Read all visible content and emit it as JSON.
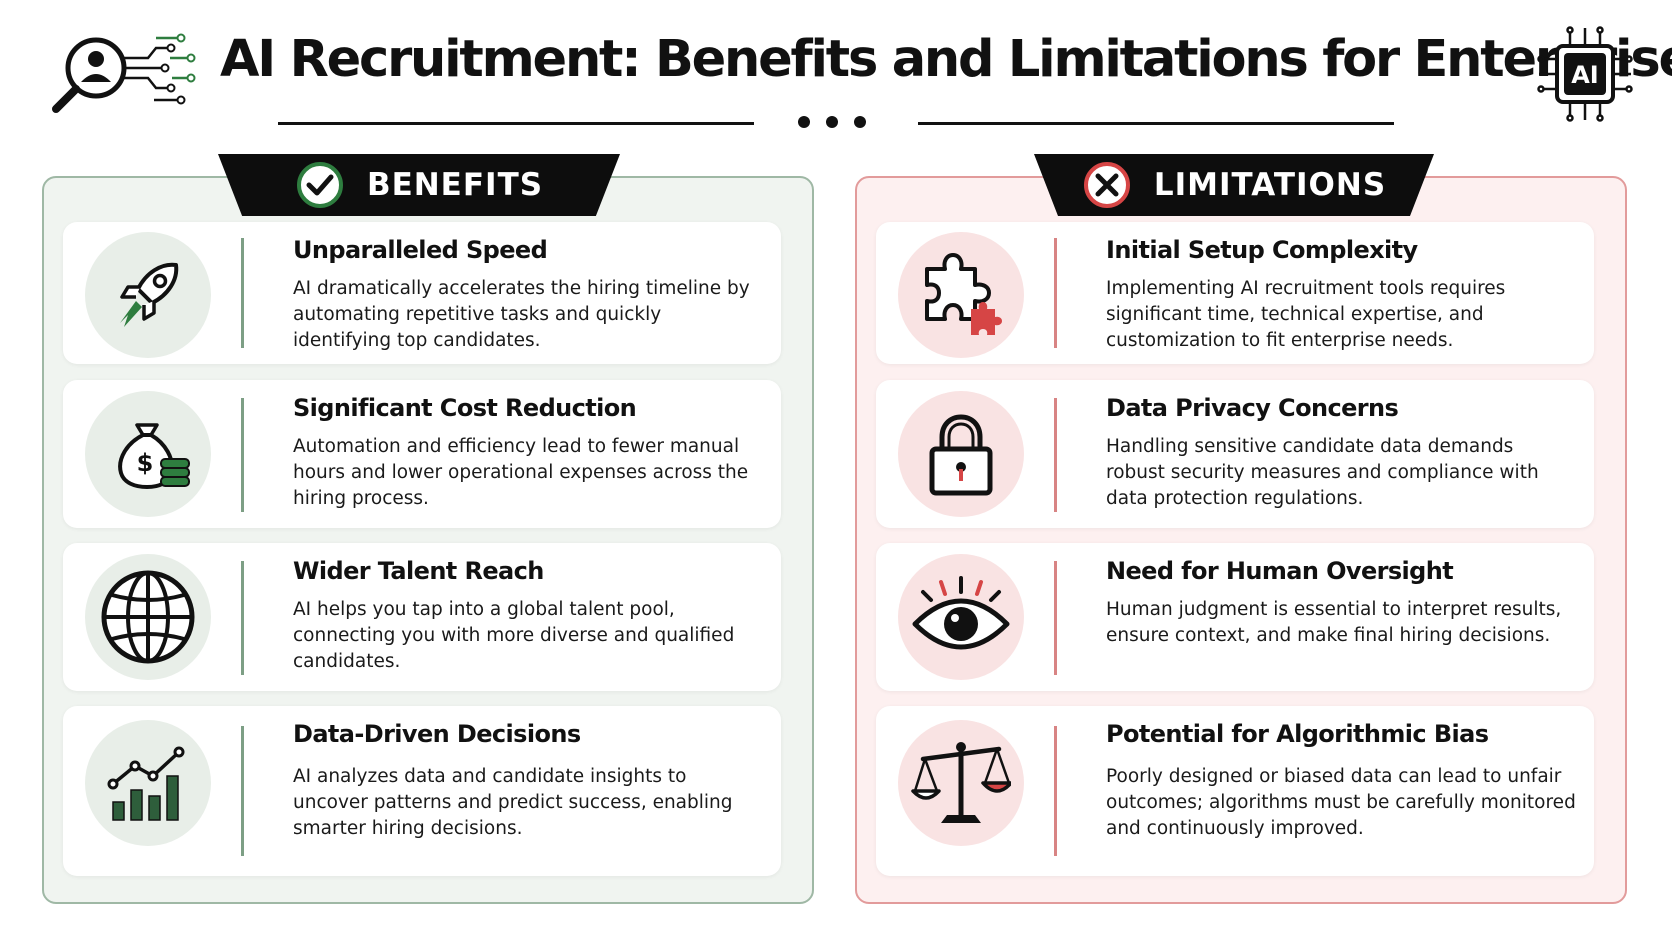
{
  "title": "AI Recruitment: Benefits and Limitations for Enterprise",
  "ai_badge": "AI",
  "colors": {
    "benefit_accent": "#2e5e3b",
    "limit_accent": "#d64545"
  },
  "benefits": {
    "heading": "BENEFITS",
    "icon": "check-circle-icon",
    "items": [
      {
        "title": "Unparalleled Speed",
        "desc": "AI dramatically accelerates the hiring timeline by automating repetitive tasks and quickly identifying top candidates.",
        "icon": "rocket-icon"
      },
      {
        "title": "Significant Cost Reduction",
        "desc": "Automation and efficiency lead to fewer manual hours and lower operational expenses across the hiring process.",
        "icon": "money-bag-icon"
      },
      {
        "title": "Wider Talent Reach",
        "desc": "AI helps you tap into a global talent pool, connecting you with more diverse and qualified candidates.",
        "icon": "globe-icon"
      },
      {
        "title": "Data-Driven Decisions",
        "desc": "AI analyzes data and candidate insights to uncover patterns and predict success, enabling smarter hiring decisions.",
        "icon": "bar-chart-icon"
      }
    ]
  },
  "limitations": {
    "heading": "LIMITATIONS",
    "icon": "x-circle-icon",
    "items": [
      {
        "title": "Initial Setup Complexity",
        "desc": "Implementing AI recruitment tools requires significant time, technical expertise, and customization to fit enterprise needs.",
        "icon": "puzzle-icon"
      },
      {
        "title": "Data Privacy Concerns",
        "desc": "Handling sensitive candidate data demands robust security measures and compliance with data protection regulations.",
        "icon": "padlock-icon"
      },
      {
        "title": "Need for Human Oversight",
        "desc": "Human judgment is essential to interpret results, ensure context, and make final hiring decisions.",
        "icon": "eye-icon"
      },
      {
        "title": "Potential for Algorithmic Bias",
        "desc": "Poorly designed or biased data can lead to unfair outcomes; algorithms must be carefully monitored and continuously improved.",
        "icon": "scales-icon"
      }
    ]
  }
}
